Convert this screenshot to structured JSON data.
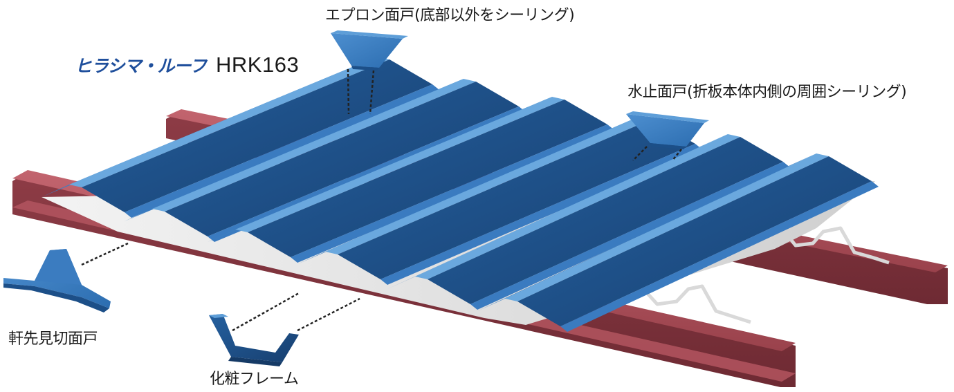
{
  "brand": {
    "logo_text": "ヒラシマ・ルーフ",
    "model": "HRK163"
  },
  "labels": {
    "apron": "エプロン面戸(底部以外をシーリング)",
    "water_stop": "水止面戸(折板本体内側の周囲シーリング)",
    "eaves": "軒先見切面戸",
    "trim_frame": "化粧フレーム"
  },
  "colors": {
    "roof_blue": "#2d6fb3",
    "roof_blue_dark": "#1c4f88",
    "beam_red": "#a64a55",
    "frame_grey": "#d8d8d8"
  }
}
